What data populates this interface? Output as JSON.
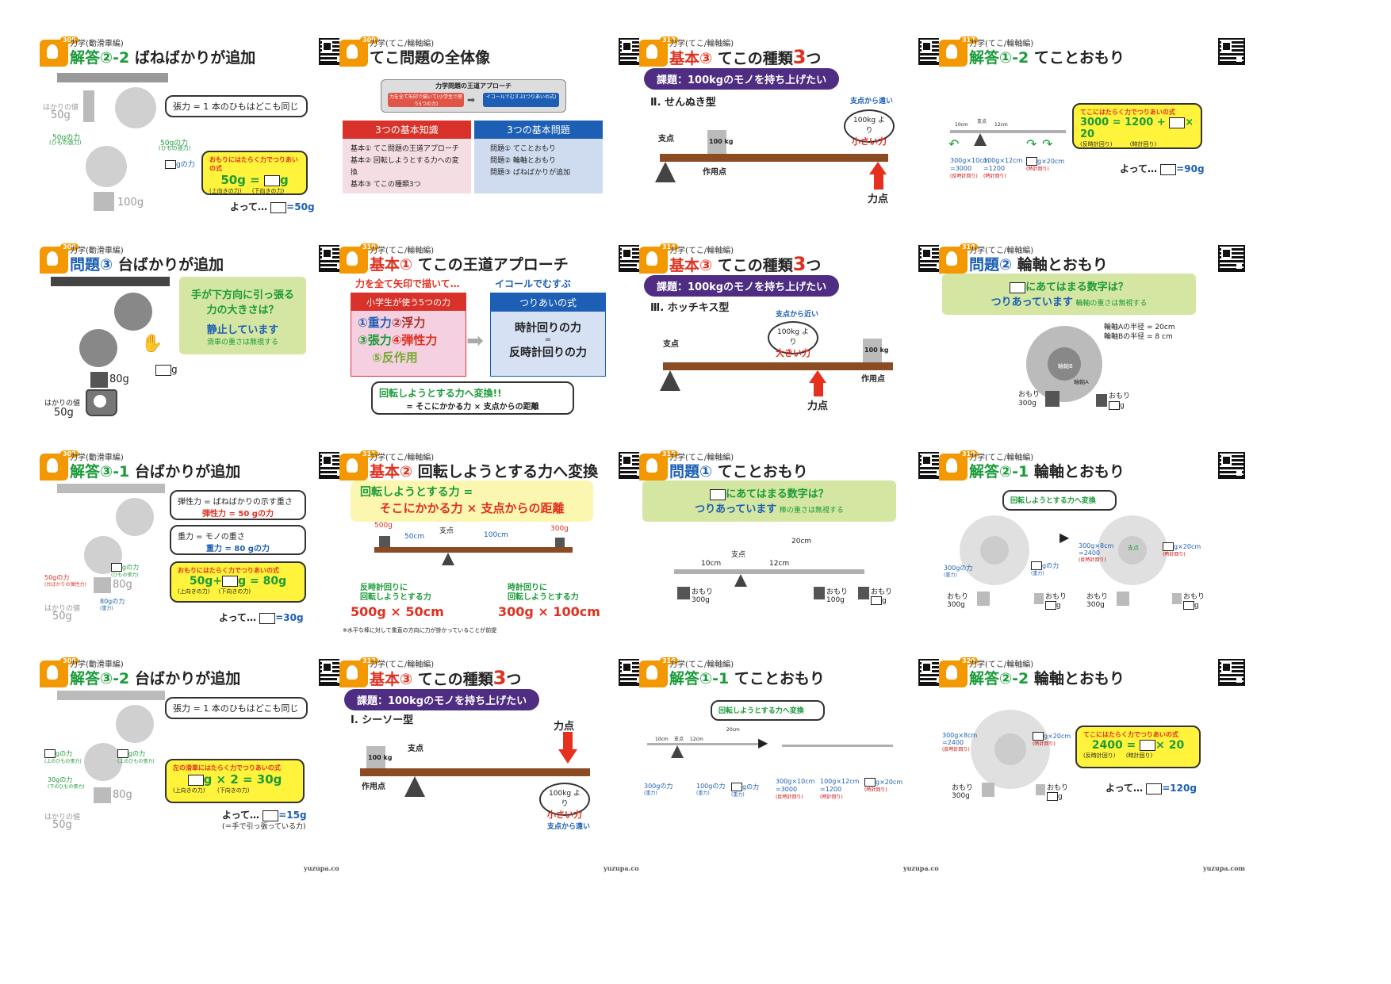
{
  "footer": "yuzupa.com",
  "qr_label": "yuzupa.com",
  "cards": {
    "c305": {
      "num": "305",
      "sub": "力学(動滑車編)",
      "tag": "解答②-2",
      "title": " ばねばかりが追加",
      "meter_label": "はかりの値",
      "meter_val": "50g",
      "force_l": "50gの力",
      "force_l_sub": "(ひもの張力)",
      "force_r": "50gの力",
      "force_r_sub": "(ひもの張力)",
      "g_force": "gの力",
      "g_sub": "(重力)",
      "tension": "張力 = 1 本のひもはどこも同じ",
      "eq_title": "おもりにはたらく力でつりあいの式",
      "eq": "50g = ",
      "eq_unit": "g",
      "eq_up": "(上向きの力)",
      "eq_down": "(下向きの力)",
      "weight": "100g",
      "ans_pre": "よって… ",
      "ans": "=50g"
    },
    "c306": {
      "num": "306",
      "sub": "力学(動滑車編)",
      "tag": "問題③",
      "title": " 台ばかりが追加",
      "q1": "手が下方向に引っ張る",
      "q2": "力の大きさは？",
      "q3": "静止しています",
      "q4": "滑車の重さは無視する",
      "weight": "80g",
      "meter_label": "はかりの値",
      "meter_val": "50g",
      "g": "g"
    },
    "c307": {
      "num": "307",
      "sub": "力学(動滑車編)",
      "tag": "解答③-1",
      "title": " 台ばかりが追加",
      "c1a": "弾性力 = ばねばかりの示す重さ",
      "c1b": "弾性力 = 50 gの力",
      "c2a": "重力 = モノの重さ",
      "c2b": "重力 = 80 gの力",
      "eq_title": "おもりにはたらく力でつりあいの式",
      "eq": "50g+",
      "eq2": "g = 80g",
      "eq_up": "(上向きの力)",
      "eq_down": "(下向きの力)",
      "f1": "50gの力",
      "f1s": "(台ばかりの弾性力)",
      "f2": "gの力",
      "f2s": "(ひもの張力)",
      "f3": "80gの力",
      "f3s": "(重力)",
      "weight": "80g",
      "meter_label": "はかりの値",
      "meter_val": "50g",
      "ans_pre": "よって… ",
      "ans": "=30g"
    },
    "c308": {
      "num": "308",
      "sub": "力学(動滑車編)",
      "tag": "解答③-2",
      "title": " 台ばかりが追加",
      "tension": "張力 = 1 本のひもはどこも同じ",
      "f1": "gの力",
      "f1s": "(上のひもの張力)",
      "f2": "gの力",
      "f2s": "(上のひもの張力)",
      "f3": "30gの力",
      "f3s": "(下のひもの張力)",
      "eq_title": "左の滑車にはたらく力でつりあいの式",
      "eq": "g × 2 = 30g",
      "eq_up": "(上向きの力)",
      "eq_down": "(下向きの力)",
      "weight": "80g",
      "meter_label": "はかりの値",
      "meter_val": "50g",
      "ans_pre": "よって… ",
      "ans": "=15g",
      "ans_note": "(＝手で引っ張っている力)"
    },
    "c309": {
      "num": "309",
      "sub": "力学(てこ/輪軸編)",
      "title": "てこ問題の全体像",
      "road": "力学問題の王道アプローチ",
      "road_l": "力を全て矢印で描いて(小学生で使う5つの力)",
      "road_r": "イコールでむすぶ(つりあいの式)",
      "left_h": "3つの基本知識",
      "right_h": "3つの基本問題",
      "left_items": [
        "基本① てこ問題の王道アプローチ",
        "基本② 回転しようとする力への変換",
        "基本③ てこの種類3つ"
      ],
      "right_items": [
        "問題① てことおもり",
        "問題② 輪軸とおもり",
        "問題③ ばねばかりが追加"
      ]
    },
    "c310": {
      "num": "310",
      "sub": "力学(てこ/輪軸編)",
      "tag": "基本①",
      "title": " てこの王道アプローチ",
      "l_head": "力を全て矢印で描いて…",
      "r_head": "イコールでむすぶ",
      "l_box": "小学生が使う5つの力",
      "r_box": "つりあいの式",
      "f1": "①重力",
      "f2": "②浮力",
      "f3": "③張力",
      "f4": "④弾性力",
      "f5": "⑤反作用",
      "r1": "時計回りの力",
      "r2": "=",
      "r3": "反時計回りの力",
      "b1": "回転しようとする力へ変換!!",
      "b2": "= そこにかかる力 × 支点からの距離"
    },
    "c311": {
      "num": "311",
      "sub": "力学(てこ/輪軸編)",
      "tag": "基本②",
      "title": " 回転しようとする力へ変換",
      "h1": "回転しようとする力 =",
      "h2": "そこにかかる力 × 支点からの距離",
      "w1": "500g",
      "w2": "300g",
      "fulcrum": "支点",
      "d1": "50cm",
      "d2": "100cm",
      "l1": "反時計回りに",
      "l2": "回転しようとする力",
      "l3": "500g × 50cm",
      "r1": "時計回りに",
      "r2": "回転しようとする力",
      "r3": "300g × 100cm",
      "note": "※水平な棒に対して重直の方向に力が掛かっていることが前提"
    },
    "c312": {
      "num": "312",
      "sub": "力学(てこ/輪軸編)",
      "tag": "基本③",
      "title": " てこの種類",
      "title3": "3",
      "title_end": "つ",
      "task": "課題：100kgのモノを持ち上げたい",
      "type": "Ⅰ. シーソー型",
      "fulcrum": "支点",
      "effort": "力点",
      "load": "作用点",
      "wt": "100 kg",
      "b1": "100kg より",
      "b2": "小さい力",
      "far": "支点から遠い"
    },
    "c313": {
      "num": "313",
      "sub": "力学(てこ/輪軸編)",
      "tag": "基本③",
      "title": " てこの種類",
      "title3": "3",
      "title_end": "つ",
      "task": "課題：100kgのモノを持ち上げたい",
      "type": "Ⅱ. せんぬき型",
      "fulcrum": "支点",
      "effort": "力点",
      "load": "作用点",
      "wt": "100 kg",
      "b1": "100kg より",
      "b2": "小さい力",
      "far": "支点から遠い"
    },
    "c314": {
      "num": "314",
      "sub": "力学(てこ/輪軸編)",
      "tag": "基本③",
      "title": " てこの種類",
      "title3": "3",
      "title_end": "つ",
      "task": "課題：100kgのモノを持ち上げたい",
      "type": "Ⅲ. ホッチキス型",
      "fulcrum": "支点",
      "effort": "力点",
      "load": "作用点",
      "wt": "100 kg",
      "b1": "100kg より",
      "b2": "大きい力",
      "near": "支点から近い"
    },
    "c315": {
      "num": "315",
      "sub": "力学(てこ/輪軸編)",
      "tag": "問題①",
      "title": " てことおもり",
      "q": "にあてはまる数字は？",
      "q2": "つりあっています",
      "q3": "棒の重さは無視する",
      "fulcrum": "支点",
      "d1": "10cm",
      "d2": "12cm",
      "d3": "20cm",
      "w1": "おもり",
      "w1v": "300g",
      "w2": "おもり",
      "w2v": "100g",
      "w3": "おもり",
      "w3v": "g"
    },
    "c316": {
      "num": "316",
      "sub": "力学(てこ/輪軸編)",
      "tag": "解答①-1",
      "title": " てことおもり",
      "callout": "回転しようとする力へ変換",
      "f1": "300gの力",
      "f1s": "(重力)",
      "f2": "100gの力",
      "f2s": "(重力)",
      "f3": "gの力",
      "f3s": "(重力)",
      "r1": "300g×10cm",
      "r1b": "=3000",
      "r1s": "(反時計回り)",
      "r2": "100g×12cm",
      "r2b": "=1200",
      "r2s": "(時計回り)",
      "r3": "g×20cm",
      "r3s": "(時計回り)",
      "d1": "10cm",
      "d2": "12cm",
      "d3": "20cm",
      "fulcrum": "支点"
    },
    "c317": {
      "num": "317",
      "sub": "力学(てこ/輪軸編)",
      "tag": "解答①-2",
      "title": " てことおもり",
      "eq_title": "てこにはたらく力でつりあいの式",
      "eq": "3000 = 1200 + ",
      "eq2": "× 20",
      "eq_l": "(反時計回り)",
      "eq_r": "(時計回り)",
      "r1": "300g×10cm",
      "r1b": "=3000",
      "r1s": "(反時計回り)",
      "r2": "100g×12cm",
      "r2b": "=1200",
      "r2s": "(時計回り)",
      "r3": "g×20cm",
      "r3s": "(時計回り)",
      "ans_pre": "よって… ",
      "ans": "=90g",
      "d1": "10cm",
      "d2": "12cm",
      "fulcrum": "支点"
    },
    "c318": {
      "num": "318",
      "sub": "力学(てこ/輪軸編)",
      "tag": "問題②",
      "title": " 輪軸とおもり",
      "q": "にあてはまる数字は？",
      "q2": "つりあっています",
      "q3": "輪軸の重さは無視する",
      "rA": "輪軸Aの半径 = 20cm",
      "rB": "輪軸Bの半径 = 8 cm",
      "wa": "おもり",
      "wav": "300g",
      "wb": "おもり",
      "wbv": "g",
      "la": "輪軸A",
      "lb": "輪軸B"
    },
    "c319": {
      "num": "319",
      "sub": "力学(てこ/輪軸編)",
      "tag": "解答②-1",
      "title": " 輪軸とおもり",
      "callout": "回転しようとする力へ変換",
      "f1": "300gの力",
      "f1s": "(重力)",
      "f2": "gの力",
      "f2s": "(重力)",
      "r1": "300g×8cm",
      "r1b": "=2400",
      "r1s": "(反時計回り)",
      "r2": "g×20cm",
      "r2s": "(時計回り)",
      "wa": "おもり",
      "wav": "300g",
      "wb": "おもり",
      "wbv": "g",
      "wa2": "おもり",
      "wa2v": "300g",
      "wb2": "おもり",
      "wb2v": "g",
      "fulcrum": "支点"
    },
    "c320": {
      "num": "320",
      "sub": "力学(てこ/輪軸編)",
      "tag": "解答②-2",
      "title": " 輪軸とおもり",
      "eq_title": "てこにはたらく力でつりあいの式",
      "eq": "2400 = ",
      "eq2": "× 20",
      "eq_l": "(反時計回り)",
      "eq_r": "(時計回り)",
      "r1": "300g×8cm",
      "r1b": "=2400",
      "r1s": "(反時計回り)",
      "r2": "g×20cm",
      "r2s": "(時計回り)",
      "wa": "おもり",
      "wav": "300g",
      "wb": "おもり",
      "wbv": "g",
      "ans_pre": "よって… ",
      "ans": "=120g"
    }
  }
}
